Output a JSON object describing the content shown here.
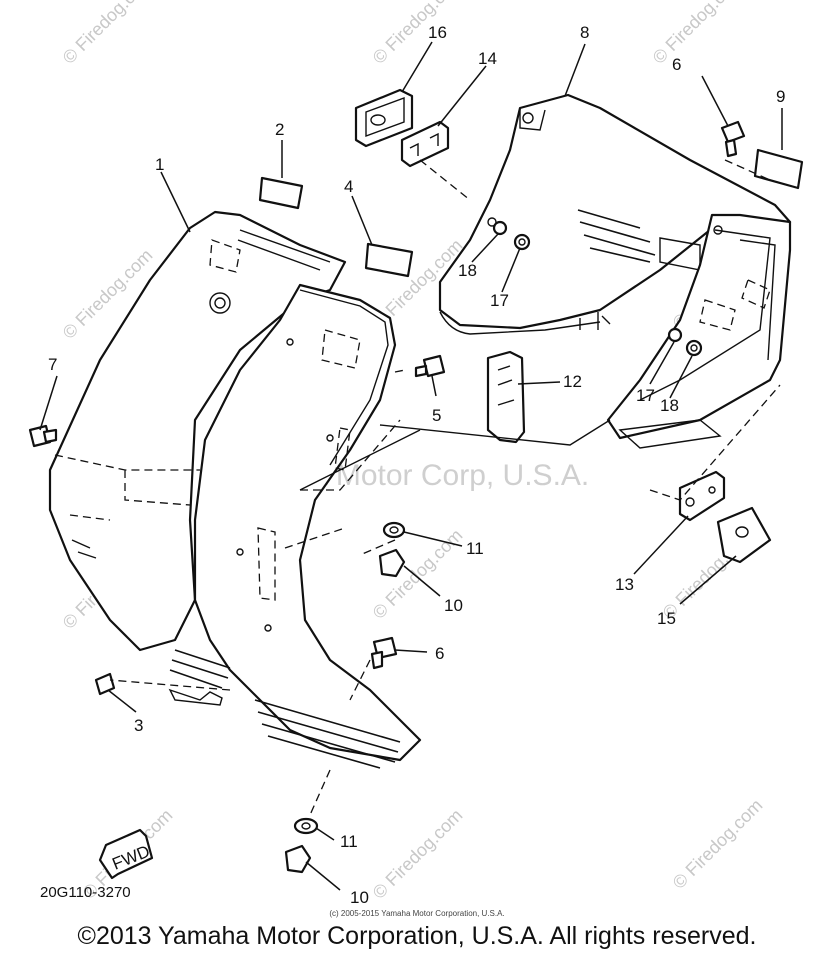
{
  "diagram": {
    "watermark_center": "Yamaha Motor Corp, U.S.A.",
    "watermark_tile": "© Firedog.com",
    "diagram_code": "20G110-3270",
    "fwd_arrow": "FWD",
    "small_copyright": "(c) 2005-2015 Yamaha Motor Corporation, U.S.A.",
    "copyright": "©2013 Yamaha Motor Corporation, U.S.A. All rights reserved.",
    "callouts": [
      {
        "id": "c1",
        "label": "1"
      },
      {
        "id": "c2",
        "label": "2"
      },
      {
        "id": "c3",
        "label": "3"
      },
      {
        "id": "c4",
        "label": "4"
      },
      {
        "id": "c5",
        "label": "5"
      },
      {
        "id": "c6a",
        "label": "6"
      },
      {
        "id": "c6b",
        "label": "6"
      },
      {
        "id": "c7",
        "label": "7"
      },
      {
        "id": "c8",
        "label": "8"
      },
      {
        "id": "c9",
        "label": "9"
      },
      {
        "id": "c10a",
        "label": "10"
      },
      {
        "id": "c10b",
        "label": "10"
      },
      {
        "id": "c11a",
        "label": "11"
      },
      {
        "id": "c11b",
        "label": "11"
      },
      {
        "id": "c12",
        "label": "12"
      },
      {
        "id": "c13",
        "label": "13"
      },
      {
        "id": "c14",
        "label": "14"
      },
      {
        "id": "c15",
        "label": "15"
      },
      {
        "id": "c16",
        "label": "16"
      },
      {
        "id": "c17a",
        "label": "17"
      },
      {
        "id": "c17b",
        "label": "17"
      },
      {
        "id": "c18a",
        "label": "18"
      },
      {
        "id": "c18b",
        "label": "18"
      }
    ]
  }
}
